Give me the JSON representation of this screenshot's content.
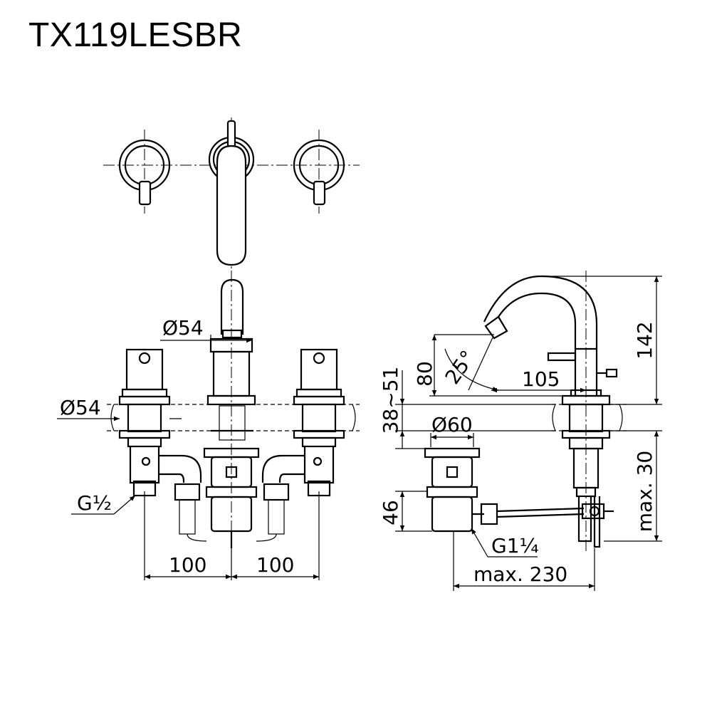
{
  "title": "TX119LESBR",
  "dimensions": {
    "spout_diameter": "Ø54",
    "handle_diameter": "Ø54",
    "left_thread": "G½",
    "spacing_left": "100",
    "spacing_right": "100",
    "angle": "25°",
    "spout_height": "80",
    "reach": "105",
    "total_height": "142",
    "deck_thickness": "38~51",
    "drain_diameter": "Ø60",
    "drain_depth": "46",
    "drain_thread": "G1¼",
    "max_depth": "max. 230",
    "max_rod": "max. 30"
  }
}
